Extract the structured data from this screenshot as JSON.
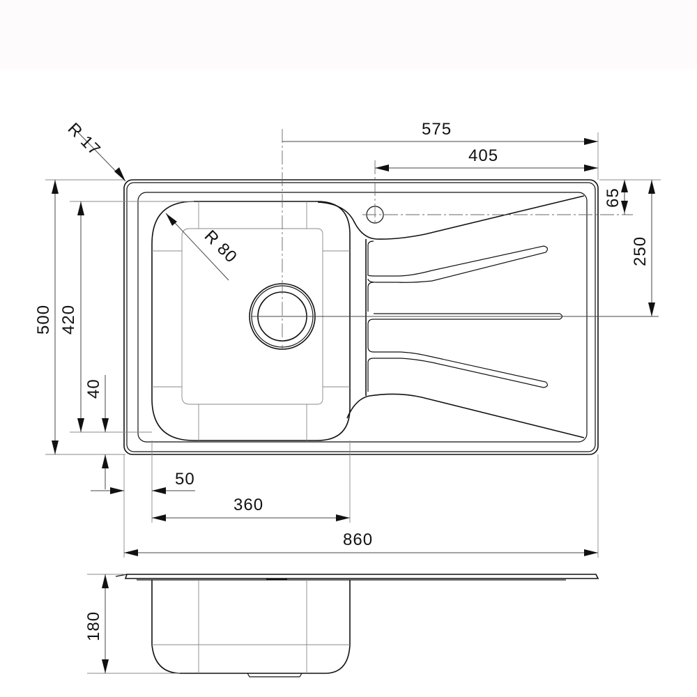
{
  "drawing": {
    "title": "Inset kitchen sink with drainer - dimension drawing",
    "units": "mm",
    "views": [
      "top-view",
      "side-view"
    ]
  },
  "dimensions": {
    "corner_radius_outer": "R 17",
    "bowl_corner_radius": "R 80",
    "drain_center_to_right_edge": "575",
    "tap_hole_to_right_edge": "405",
    "tap_hole_from_top": "65",
    "drain_center_from_top": "250",
    "overall_depth": "500",
    "bowl_depth_length": "420",
    "bowl_bottom_offset": "40",
    "bowl_left_offset": "50",
    "bowl_width": "360",
    "overall_width": "860",
    "bowl_height": "180"
  },
  "colors": {
    "line": "#111111",
    "dimension_line": "#444444",
    "hidden_line": "#888888",
    "top_band": "#fdfbfc"
  }
}
